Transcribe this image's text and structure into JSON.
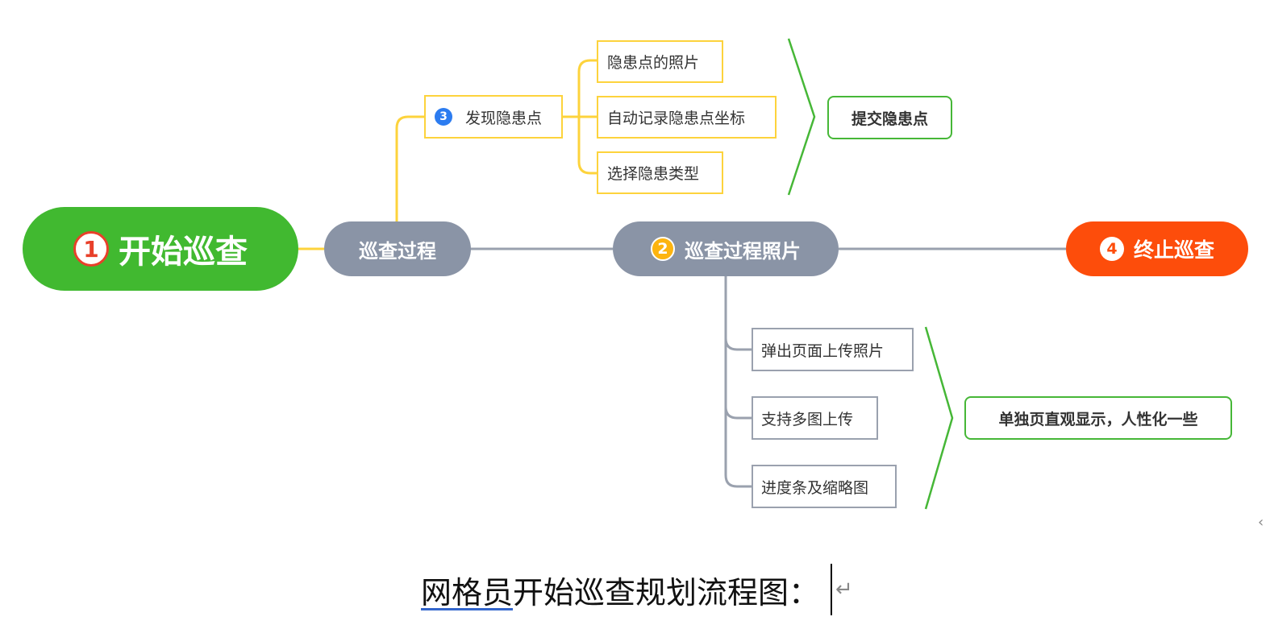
{
  "diagram": {
    "root": {
      "badge": "1",
      "label": "开始巡查"
    },
    "process": {
      "label": "巡查过程"
    },
    "find_hazard": {
      "badge": "3",
      "label": "发现隐患点"
    },
    "hazard_items": [
      "隐患点的照片",
      "自动记录隐患点坐标",
      "选择隐患类型"
    ],
    "submit_hazard": {
      "label": "提交隐患点"
    },
    "photos": {
      "badge": "2",
      "label": "巡查过程照片"
    },
    "photo_items": [
      "弹出页面上传照片",
      "支持多图上传",
      "进度条及缩略图"
    ],
    "photo_note": {
      "label": "单独页直观显示，人性化一些"
    },
    "stop": {
      "badge": "4",
      "label": "终止巡查"
    }
  },
  "caption": {
    "underlined": "网格员",
    "rest": "开始巡查规划流程图：",
    "return_mark": "↵"
  },
  "colors": {
    "root": "#41b930",
    "pill": "#8a94a6",
    "stop": "#fd4d0b",
    "yellow_line": "#fdd33c",
    "gray_line": "#9aa1ae",
    "green_border": "#46b737"
  }
}
